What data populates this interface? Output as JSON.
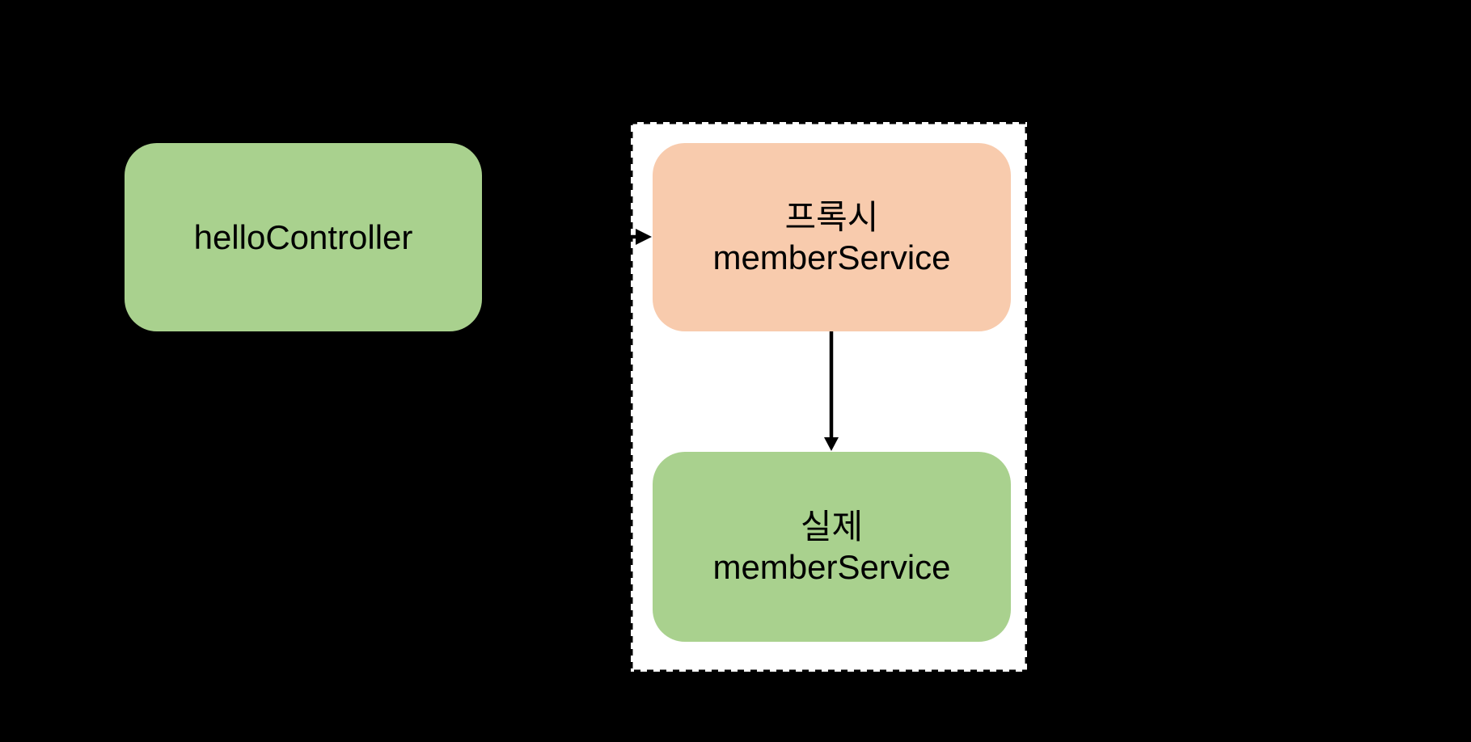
{
  "colors": {
    "background": "#000000",
    "box_green": "#a9d18e",
    "box_peach": "#f8cbad",
    "container_fill": "#ffffff",
    "stroke": "#000000",
    "text": "#000000"
  },
  "nodes": {
    "hello_controller": {
      "label": "helloController"
    },
    "proxy_member_service": {
      "line1": "프록시",
      "line2": "memberService"
    },
    "real_member_service": {
      "line1": "실제",
      "line2": "memberService"
    }
  },
  "arrows": {
    "controller_to_proxy": {
      "from": "helloController",
      "to": "프록시 memberService",
      "direction": "right"
    },
    "proxy_to_real": {
      "from": "프록시 memberService",
      "to": "실제 memberService",
      "direction": "down"
    }
  }
}
